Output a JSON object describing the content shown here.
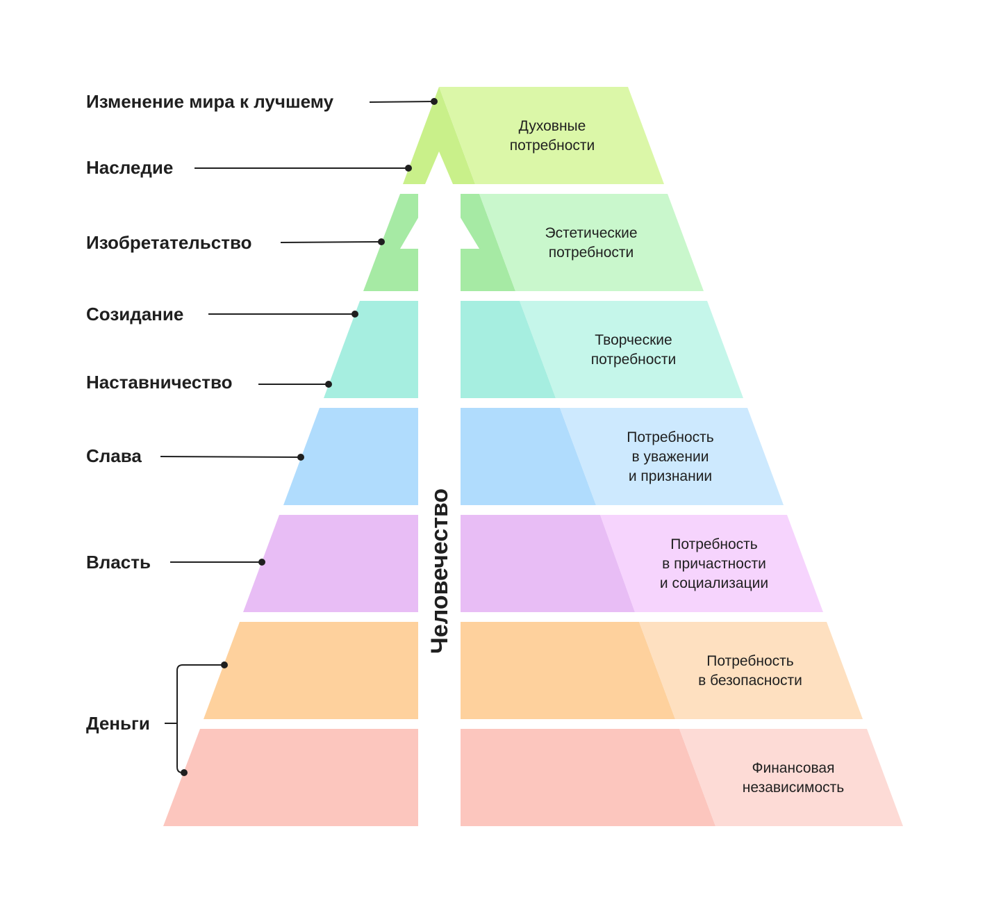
{
  "diagram": {
    "type": "needs-pyramid",
    "axis_label": "Человечество",
    "levels": [
      {
        "need_lines": [
          "Духовные",
          "потребности"
        ],
        "left_labels": [
          "Изменение мира к лучшему",
          "Наследие"
        ],
        "color_dark": "#c9f08a",
        "color_light": "#dbf7a8"
      },
      {
        "need_lines": [
          "Эстетические",
          "потребности"
        ],
        "left_labels": [
          "Изобретательство"
        ],
        "color_dark": "#a6eaa4",
        "color_light": "#c9f7cc"
      },
      {
        "need_lines": [
          "Творческие",
          "потребности"
        ],
        "left_labels": [
          "Созидание",
          "Наставничество"
        ],
        "color_dark": "#a6eee0",
        "color_light": "#c5f6ea"
      },
      {
        "need_lines": [
          "Потребность",
          "в уважении",
          "и признании"
        ],
        "left_labels": [
          "Слава"
        ],
        "color_dark": "#b0dcfd",
        "color_light": "#cde9fe"
      },
      {
        "need_lines": [
          "Потребность",
          "в причастности",
          "и социализации"
        ],
        "left_labels": [
          "Власть"
        ],
        "color_dark": "#e8bdf5",
        "color_light": "#f6d4fd"
      },
      {
        "need_lines": [
          "Потребность",
          "в безопасности"
        ],
        "left_labels": [],
        "color_dark": "#fed19d",
        "color_light": "#fee0c0"
      },
      {
        "need_lines": [
          "Финансовая",
          "независимость"
        ],
        "left_labels": [],
        "color_dark": "#fcc6be",
        "color_light": "#fddbd6"
      }
    ],
    "bracket_label": "Деньги"
  }
}
